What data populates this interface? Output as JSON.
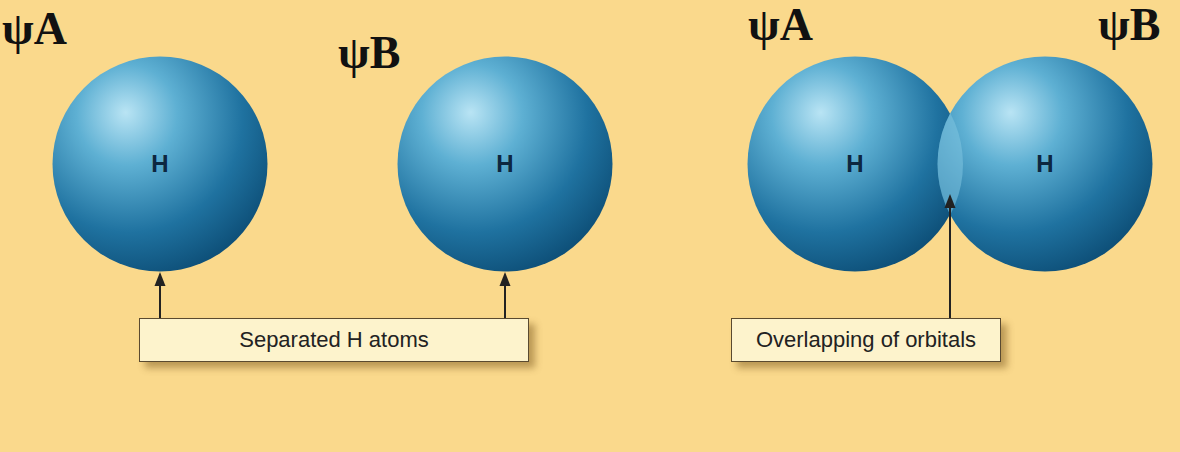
{
  "diagram": {
    "nodes": [
      {
        "text": [
          "H"
        ]
      },
      {
        "text": [
          "H"
        ]
      },
      {
        "text": [
          "H"
        ]
      },
      {
        "text": [
          "H"
        ]
      },
      {
        "text": [
          "Separated H atoms"
        ]
      },
      {
        "text": [
          "Overlapping of orbitals"
        ]
      }
    ],
    "edges": [
      {
        "from": 4,
        "to": 0,
        "arrow": "to"
      },
      {
        "from": 4,
        "to": 1,
        "arrow": "to"
      }
    ],
    "labels": [
      "ψA",
      "ψB",
      "ψA",
      "ψB"
    ]
  }
}
